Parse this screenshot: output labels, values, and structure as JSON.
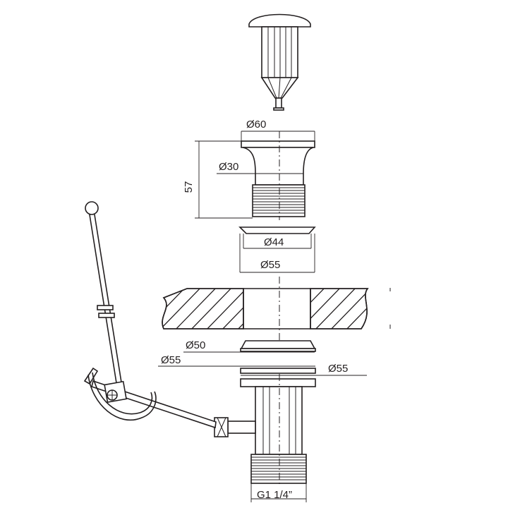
{
  "dimensions": {
    "d60": "Ø60",
    "d30": "Ø30",
    "h57": "57",
    "d44": "Ø44",
    "d55_upper": "Ø55",
    "d50": "Ø50",
    "d55_left": "Ø55",
    "d55_right": "Ø55",
    "thread": "G1 1/4”"
  },
  "colors": {
    "line": "#231f20",
    "background": "#ffffff"
  }
}
